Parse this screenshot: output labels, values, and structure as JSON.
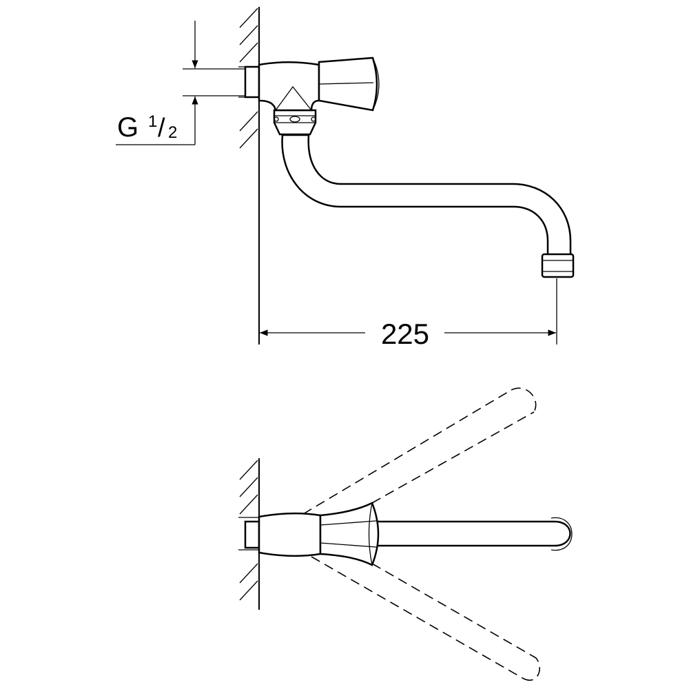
{
  "drawing": {
    "thread_label": {
      "letter": "G",
      "numerator": "1",
      "slash": "/",
      "denominator": "2"
    },
    "projection_dimension": "225",
    "colors": {
      "line": "#000000",
      "background": "#ffffff"
    }
  }
}
